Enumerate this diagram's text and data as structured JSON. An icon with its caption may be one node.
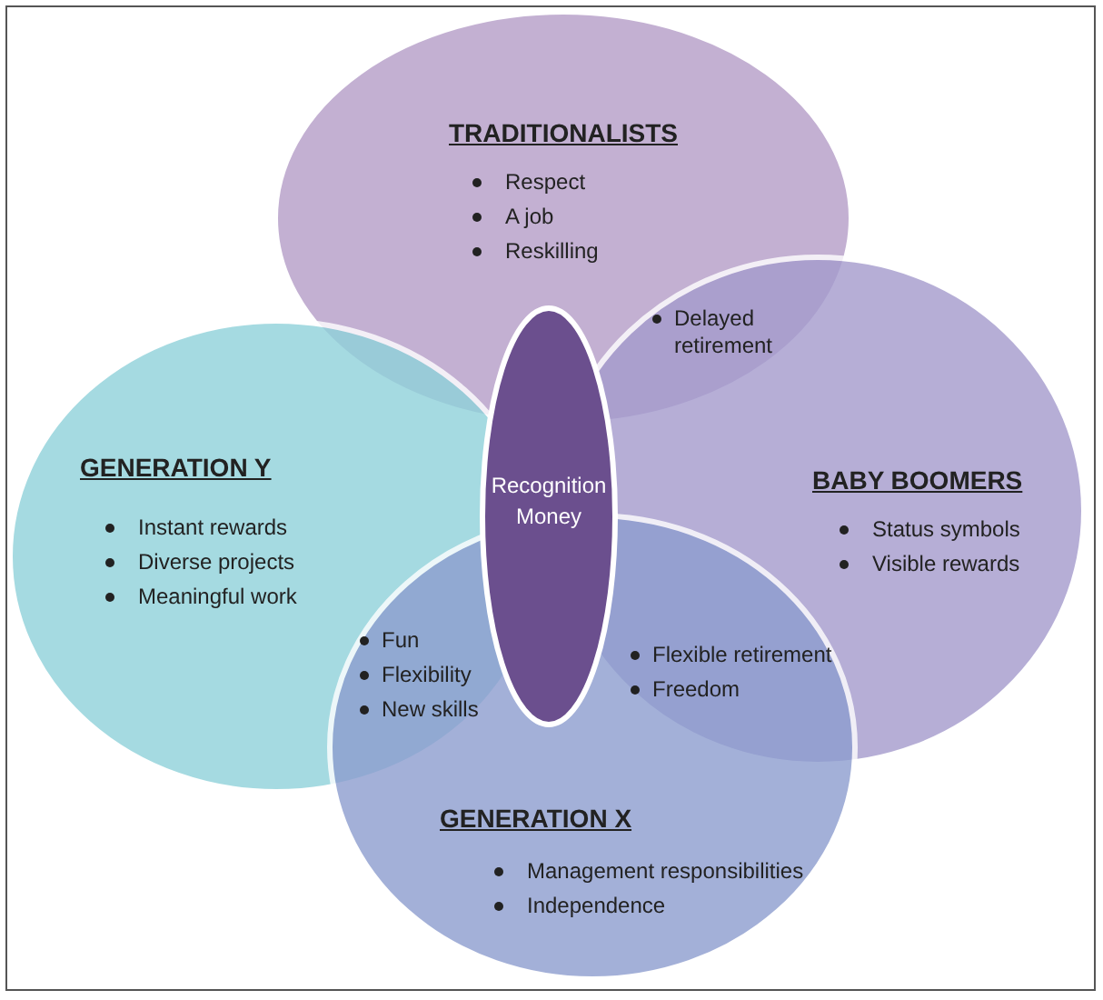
{
  "diagram": {
    "nodes": [
      {
        "text": [
          "TRADITIONALISTS",
          "Respect",
          "A job",
          "Reskilling"
        ]
      },
      {
        "text": [
          "GENERATION Y",
          "Instant rewards",
          "Diverse projects",
          "Meaningful work"
        ]
      },
      {
        "text": [
          "BABY BOOMERS",
          "Status symbols",
          "Visible rewards"
        ]
      },
      {
        "text": [
          "GENERATION X",
          "Management responsibilities",
          "Independence"
        ]
      },
      {
        "text": [
          "Recognition",
          "Money"
        ]
      }
    ],
    "edges": [],
    "labels": [
      "Delayed retirement",
      "Fun",
      "Flexibility",
      "New skills",
      "Flexible retirement",
      "Freedom"
    ]
  }
}
